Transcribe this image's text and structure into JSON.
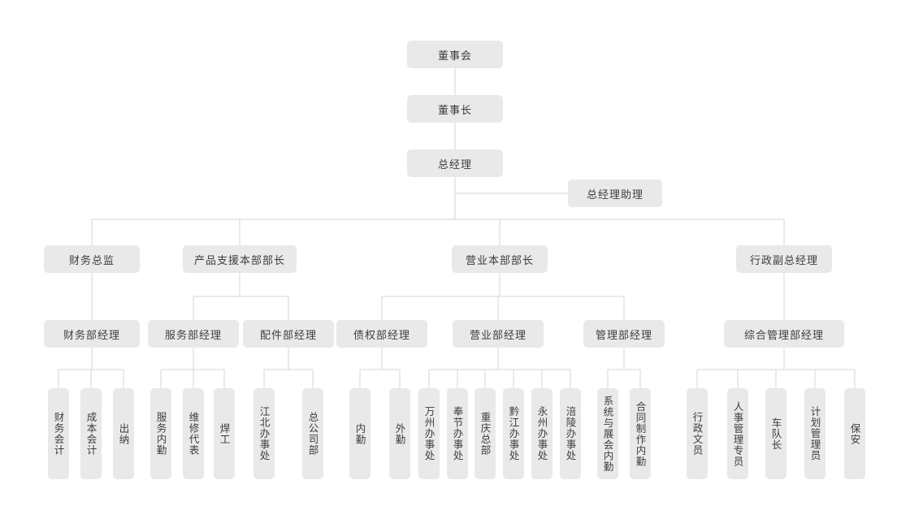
{
  "org_chart": {
    "type": "org-chart",
    "nodes": {
      "board": "董事会",
      "chairman": "董事长",
      "general_manager": "总经理",
      "gm_assistant": "总经理助理",
      "finance_director": "财务总监",
      "product_support_head": "产品支援本部部长",
      "business_head": "营业本部部长",
      "admin_deputy_gm": "行政副总经理",
      "finance_dept_manager": "财务部经理",
      "service_dept_manager": "服务部经理",
      "parts_dept_manager": "配件部经理",
      "credit_dept_manager": "债权部经理",
      "sales_dept_manager": "营业部经理",
      "management_dept_manager": "管理部经理",
      "general_management_dept_manager": "综合管理部经理",
      "financial_accounting": "财务会计",
      "cost_accounting": "成本会计",
      "cashier": "出纳",
      "service_clerk": "服务内勤",
      "maintenance_rep": "维修代表",
      "welder": "焊工",
      "jiangbei_office": "江北办事处",
      "head_office_dept": "总公司部",
      "internal_clerk": "内勤",
      "field_clerk": "外勤",
      "wanzhou_office": "万州办事处",
      "fengjie_office": "奉节办事处",
      "chongqing_hq": "重庆总部",
      "qianjiang_office": "黔江办事处",
      "yongzhou_office": "永州办事处",
      "fuling_office": "涪陵办事处",
      "system_exhibition_clerk": "系统与展会内勤",
      "contract_production_clerk": "合同制作内勤",
      "admin_clerk": "行政文员",
      "hr_specialist": "人事管理专员",
      "fleet_captain": "车队长",
      "planning_administrator": "计划管理员",
      "security_guard": "保安"
    },
    "colors": {
      "background": "#ffffff",
      "node_fill": "#e9e9e9",
      "node_text": "#3d3d3d",
      "connector": "#d4d4d4"
    }
  }
}
